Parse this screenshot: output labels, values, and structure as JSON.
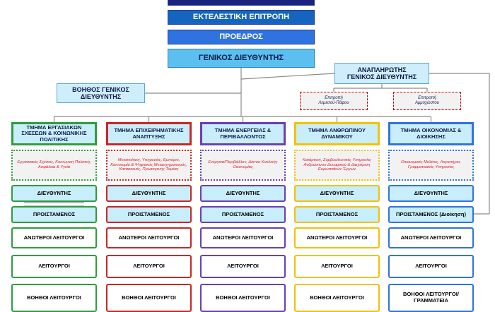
{
  "top": {
    "executive_committee": "ΕΚΤΕΛΕΣΤΙΚΗ ΕΠΙΤΡΟΠΗ",
    "president": "ΠΡΟΕΔΡΟΣ",
    "general_manager": "ΓΕΝΙΚΟΣ ΔΙΕΥΘΥΝΤΗΣ"
  },
  "assistant_gm": "ΒΟΗΘΟΣ ΓΕΝΙΚΟΣ ΔΙΕΥΘΥΝΤΗΣ",
  "deputy_gm": "ΑΝΑΠΛΗΡΩΤΗΣ ΓΕΝΙΚΟΣ ΔΙΕΥΘΥΝΤΗΣ",
  "committees": [
    "Επιτροπή Λεμεσού-Πάφου",
    "Επιτροπή Αμμοχώστου"
  ],
  "colors": {
    "navy": "#1a237e",
    "blue": "#1565c0",
    "accent_blue": "#2f73e0",
    "light_blue": "#5bc0f0",
    "pale_blue": "#c9eefb",
    "red": "#e0202a"
  },
  "departments": [
    {
      "title": "ΤΜΗΜΑ ΕΡΓΑΣΙΑΚΩΝ ΣΧΕΣΕΩΝ & ΚΟΙΝΩΝΙΚΗΣ ΠΟΛΙΤΙΚΗΣ",
      "color": "#2e9e3e",
      "duties": "Εργασιακές Σχέσεις, Κοινωνική Πολιτική, Ασφάλεια & Υγεία",
      "director": "ΔΙΕΥΘΥΝΤΗΣ",
      "head": "ΠΡΟΙΣΤΑΜΕΝΟΣ",
      "senior": "ΑΝΩΤΕΡΟΙ ΛΕΙΤΟΥΡΓΟΙ",
      "officers": "ΛΕΙΤΟΥΡΓΟΙ",
      "assistants": "ΒΟΗΘΟΙ ΛΕΙΤΟΥΡΓΟΙ"
    },
    {
      "title": "ΤΜΗΜΑ ΕΠΙΧΕΙΡΗΜΑΤΙΚΗΣ ΑΝΑΠΤΥΞΗΣ",
      "color": "#c62828",
      "duties": "Μεταποίηση, Υπηρεσίες, Εμπόριο, Καινοτομία & Ψηφιακός Μετασχηματισμός, Κατασκευές, Πρωτογενής Τομέας",
      "director": "ΔΙΕΥΘΥΝΤΗΣ",
      "head": "ΠΡΟΙΣΤΑΜΕΝΟΣ",
      "senior": "ΑΝΩΤΕΡΟΙ ΛΕΙΤΟΥΡΓΟΙ",
      "officers": "ΛΕΙΤΟΥΡΓΟΙ",
      "assistants": "ΒΟΗΘΟΙ ΛΕΙΤΟΥΡΓΟΙ"
    },
    {
      "title": "ΤΜΗΜΑ ΕΝΕΡΓΕΙΑΣ & ΠΕΡΙΒΑΛΛΟΝΤΟΣ",
      "color": "#6a3fb5",
      "duties": "Ενέργεια/Περιβάλλον, Δίκτυο Κυκλικής Οικονομίας",
      "director": "ΔΙΕΥΘΥΝΤΗΣ",
      "head": "ΠΡΟΙΣΤΑΜΕΝΟΣ",
      "senior": "ΑΝΩΤΕΡΟΙ ΛΕΙΤΟΥΡΓΟΙ",
      "officers": "ΛΕΙΤΟΥΡΓΟΙ",
      "assistants": "ΒΟΗΘΟΙ ΛΕΙΤΟΥΡΓΟΙ"
    },
    {
      "title": "ΤΜΗΜΑ ΑΝΘΡΩΠΙΝΟΥ ΔΥΝΑΜΙΚΟΥ",
      "color": "#f2c200",
      "duties": "Κατάρτιση, Συμβουλευτικές Υπηρεσίες Ανθρώπινου Δυναμικού & Διαχείριση Ευρωπαϊκών Έργων",
      "director": "ΔΙΕΥΘΥΝΤΗΣ",
      "head": "ΠΡΟΙΣΤΑΜΕΝΟΣ",
      "senior": "ΑΝΩΤΕΡΟΙ ΛΕΙΤΟΥΡΓΟΙ",
      "officers": "ΛΕΙΤΟΥΡΓΟΙ",
      "assistants": "ΒΟΗΘΟΙ ΛΕΙΤΟΥΡΓΟΙ"
    },
    {
      "title": "ΤΜΗΜΑ ΟΙΚΟΝΟΜΙΑΣ & ΔΙΟΙΚΗΣΗΣ",
      "color": "#2f73e0",
      "duties": "Οικονομικές Μελέτες, Λογιστήριο, Γραμματειακές Υπηρεσίες",
      "director": "ΔΙΕΥΘΥΝΤΗΣ",
      "head": "ΠΡΟΙΣΤΑΜΕΝΟΣ (Διοίκηση)",
      "senior": "ΑΝΩΤΕΡΟΙ ΛΕΙΤΟΥΡΓΟΙ",
      "officers": "ΛΕΙΤΟΥΡΓΟΙ",
      "assistants": "ΒΟΗΘΟΙ ΛΕΙΤΟΥΡΓΟΙ/ ΓΡΑΜΜΑΤΕΙΑ"
    }
  ]
}
